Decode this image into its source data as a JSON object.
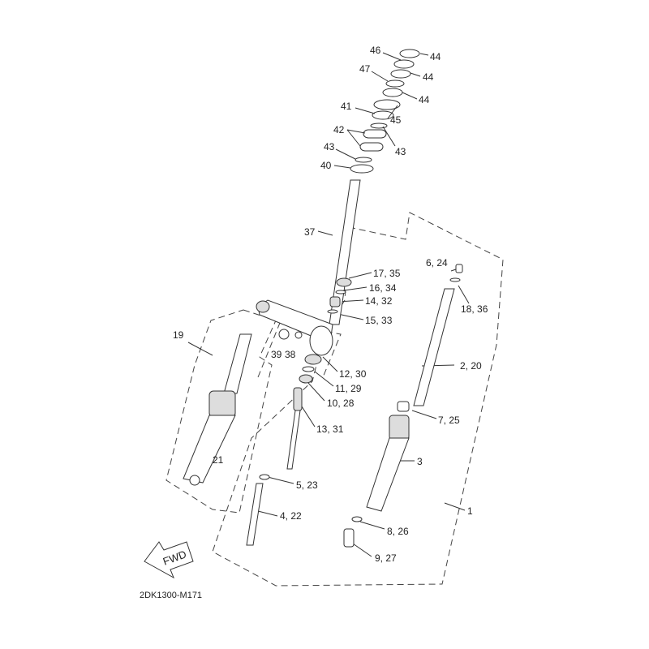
{
  "diagram_code": "2DK1300-M171",
  "fwd_label": "FWD",
  "callouts": {
    "c46": "46",
    "c44a": "44",
    "c47": "47",
    "c44b": "44",
    "c44c": "44",
    "c41": "41",
    "c45": "45",
    "c42": "42",
    "c43a": "43",
    "c43b": "43",
    "c40": "40",
    "c37": "37",
    "c17_35": "17, 35",
    "c16_34": "16, 34",
    "c14_32": "14, 32",
    "c15_33": "15, 33",
    "c6_24": "6, 24",
    "c18_36": "18, 36",
    "c19": "19",
    "c39": "39",
    "c38": "38",
    "c12_30": "12, 30",
    "c11_29": "11, 29",
    "c10_28": "10, 28",
    "c13_31": "13, 31",
    "c2_20": "2, 20",
    "c7_25": "7, 25",
    "c3": "3",
    "c21": "21",
    "c5_23": "5, 23",
    "c4_22": "4, 22",
    "c1": "1",
    "c8_26": "8, 26",
    "c9_27": "9, 27"
  }
}
